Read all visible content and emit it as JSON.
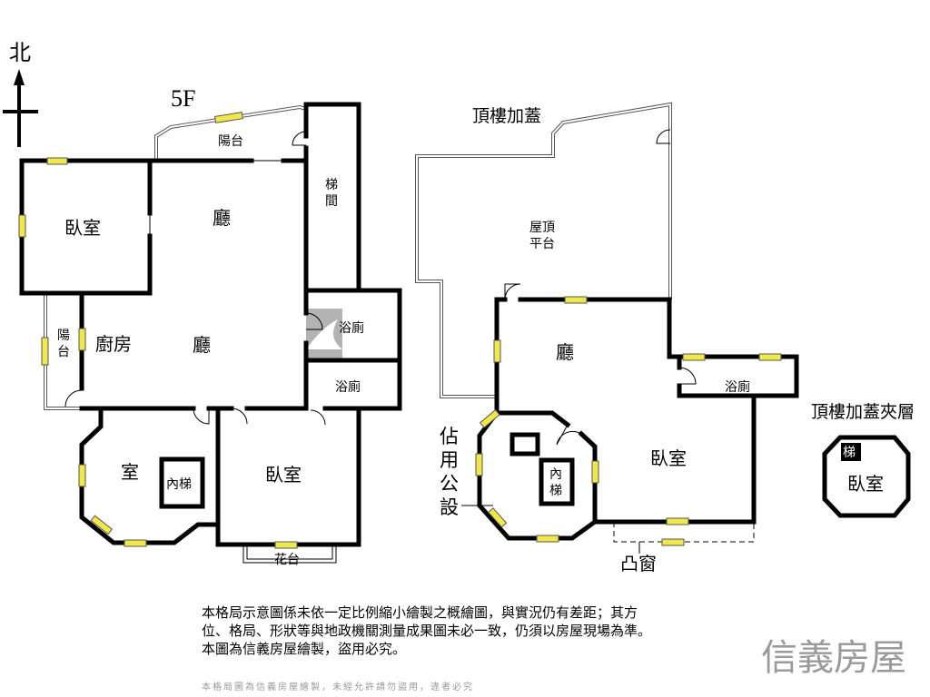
{
  "compass": {
    "label": "北"
  },
  "floor_5f": {
    "title": "5F",
    "rooms": {
      "balcony_top": "陽台",
      "stairwell": "梯間",
      "bedroom_nw": "臥室",
      "living_upper": "廳",
      "living_lower": "廳",
      "kitchen": "廚房",
      "balcony_west": "陽台",
      "bath_upper": "浴廁",
      "bath_lower": "浴廁",
      "room_sw": "室",
      "inner_stair": "內梯",
      "bedroom_se": "臥室",
      "planter": "花台"
    }
  },
  "rooftop": {
    "title": "頂樓加蓋",
    "rooms": {
      "roof_platform": "屋頂平台",
      "living": "廳",
      "bath": "浴廁",
      "bedroom": "臥室",
      "stair": "梯",
      "inner_stair": "內梯",
      "common_area": "佔用公設",
      "bay_window": "凸窗"
    }
  },
  "mezzanine": {
    "title": "頂樓加蓋夾層",
    "rooms": {
      "stair": "梯",
      "bedroom": "臥室"
    }
  },
  "watermark": {
    "logo": "信義房屋",
    "text": "本格局圖為信義房屋繪製，未經允許請勿盜用，違者必究"
  },
  "disclaimer": {
    "line1": "本格局示意圖係未依一定比例縮小繪製之概繪圖，與實況仍有差距；其方",
    "line2": "位、格局、形狀等與地政機關測量成果圖未必一致，仍須以房屋現場為準。",
    "line3": "本圖為信義房屋繪製，盜用必究。"
  },
  "colors": {
    "wall": "#000000",
    "window": "#f0e84a",
    "watermark": "#9a9a9a"
  }
}
